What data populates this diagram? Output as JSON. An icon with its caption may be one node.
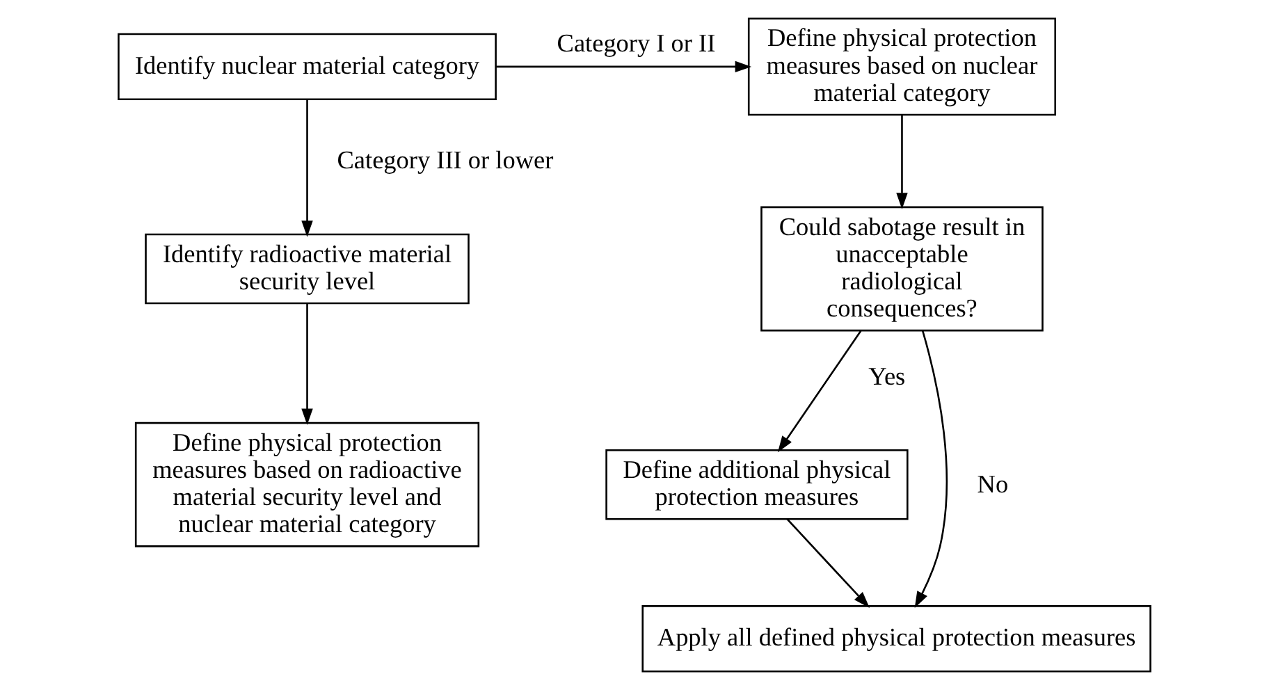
{
  "diagram": {
    "nodes": [
      {
        "text": [
          "Identify nuclear material category"
        ]
      },
      {
        "text": [
          "Define physical protection measures based on nuclear material category"
        ]
      },
      {
        "text": [
          "Identify radioactive material security level"
        ]
      },
      {
        "text": [
          "Define physical protection measures based on radioactive material security level and nuclear material category"
        ]
      },
      {
        "text": [
          "Could sabotage result in unacceptable radiological consequences?"
        ]
      },
      {
        "text": [
          "Define additional physical protection measures"
        ]
      },
      {
        "text": [
          "Apply all defined physical protection measures"
        ]
      }
    ],
    "edges": [
      {
        "from": 0,
        "to": 1,
        "arrow": "to",
        "label": "Category I or II"
      },
      {
        "from": 0,
        "to": 2,
        "arrow": "to",
        "label": "Category III or lower"
      },
      {
        "from": 2,
        "to": 3,
        "arrow": "to"
      },
      {
        "from": 1,
        "to": 4,
        "arrow": "to"
      },
      {
        "from": 4,
        "to": 5,
        "arrow": "to",
        "label": "Yes"
      },
      {
        "from": 4,
        "to": 6,
        "arrow": "to",
        "label": "No"
      },
      {
        "from": 5,
        "to": 6,
        "arrow": "to"
      }
    ]
  }
}
